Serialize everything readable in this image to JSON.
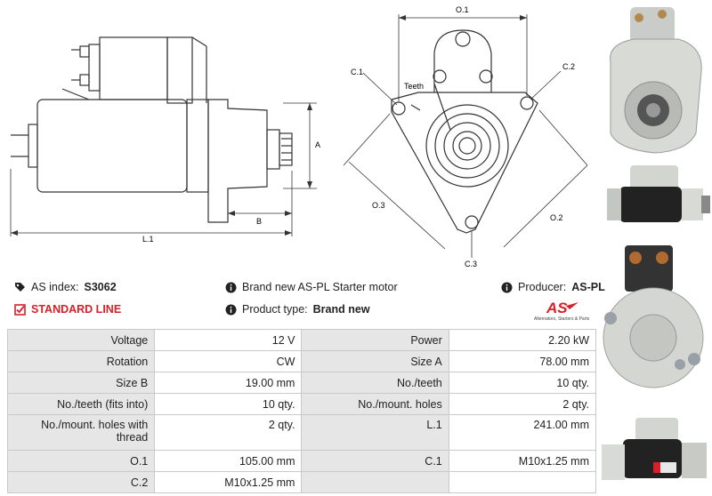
{
  "diagram": {
    "labels": {
      "o1": "O.1",
      "o2": "O.2",
      "o3": "O.3",
      "c1": "C.1",
      "c2": "C.2",
      "c3": "C.3",
      "teeth": "Teeth",
      "a": "A",
      "b": "B",
      "l1": "L.1"
    }
  },
  "info": {
    "as_index_label": "AS index:",
    "as_index_value": "S3062",
    "description": "Brand new AS-PL Starter motor",
    "producer_label": "Producer:",
    "producer_value": "AS-PL",
    "standard_line": "STANDARD LINE",
    "product_type_label": "Product type:",
    "product_type_value": "Brand new",
    "logo_text": "AS",
    "logo_tagline": "Alternators, Starters & Parts"
  },
  "specs": [
    {
      "l1": "Voltage",
      "v1": "12 V",
      "l2": "Power",
      "v2": "2.20 kW"
    },
    {
      "l1": "Rotation",
      "v1": "CW",
      "l2": "Size A",
      "v2": "78.00 mm"
    },
    {
      "l1": "Size B",
      "v1": "19.00 mm",
      "l2": "No./teeth",
      "v2": "10 qty."
    },
    {
      "l1": "No./teeth (fits into)",
      "v1": "10 qty.",
      "l2": "No./mount. holes",
      "v2": "2 qty."
    },
    {
      "l1": "No./mount. holes with thread",
      "v1": "2 qty.",
      "l2": "L.1",
      "v2": "241.00 mm"
    },
    {
      "l1": "O.1",
      "v1": "105.00 mm",
      "l2": "C.1",
      "v2": "M10x1.25 mm"
    },
    {
      "l1": "C.2",
      "v1": "M10x1.25 mm",
      "l2": "",
      "v2": ""
    }
  ],
  "colors": {
    "accent": "#d6202a",
    "label_bg": "#e6e6e6",
    "border": "#c9c9c9"
  }
}
